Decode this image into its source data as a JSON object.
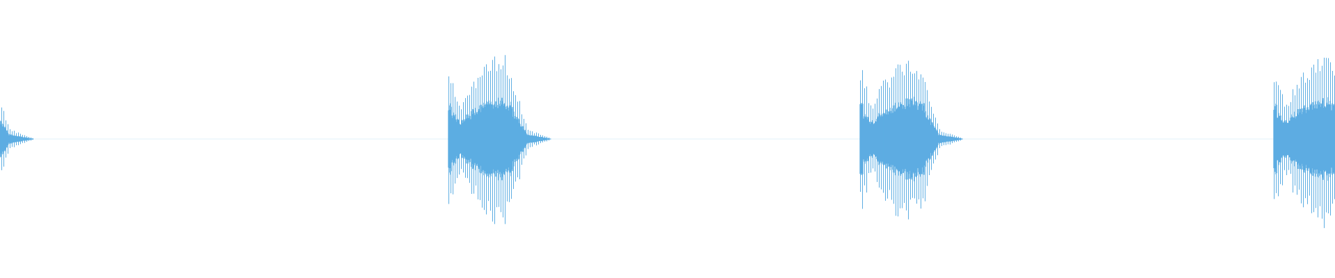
{
  "waveform": {
    "color": "#5dade2",
    "bursts": [
      {
        "onset_s": -0.1,
        "peak_amplitude": 1.0
      },
      {
        "onset_s": 0.645,
        "peak_amplitude": 1.0
      },
      {
        "onset_s": 1.237,
        "peak_amplitude": 1.0
      },
      {
        "onset_s": 1.832,
        "peak_amplitude": 1.0
      }
    ]
  }
}
